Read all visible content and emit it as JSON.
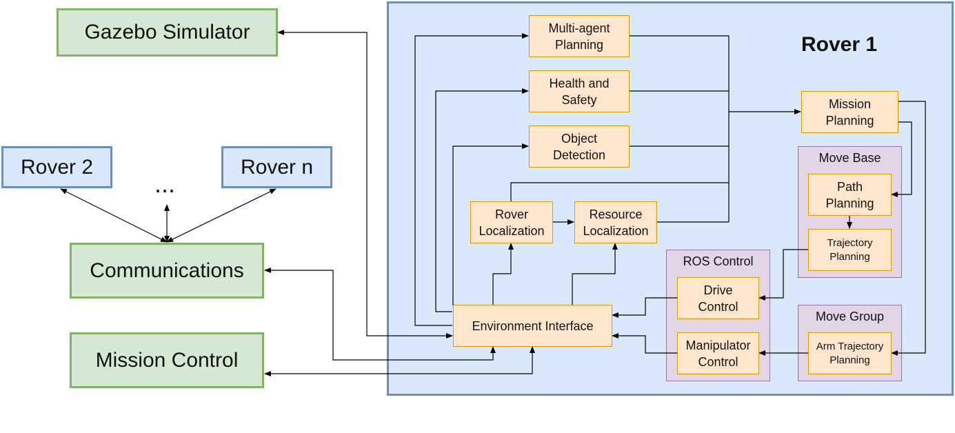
{
  "external": {
    "gazebo": "Gazebo Simulator",
    "rover2": "Rover 2",
    "rover_n": "Rover n",
    "ellipsis": "...",
    "communications": "Communications",
    "mission_control": "Mission Control"
  },
  "rover": {
    "title": "Rover 1",
    "multi_agent_planning": "Multi-agent\nPlanning",
    "health_and_safety": "Health and\nSafety",
    "object_detection": "Object\nDetection",
    "mission_planning": "Mission\nPlanning",
    "rover_localization": "Rover\nLocalization",
    "resource_localization": "Resource\nLocalization",
    "environment_interface": "Environment Interface",
    "move_base": {
      "title": "Move Base",
      "path_planning": "Path\nPlanning",
      "trajectory_planning": "Trajectory\nPlanning"
    },
    "ros_control": {
      "title": "ROS Control",
      "drive_control": "Drive\nControl",
      "manipulator_control": "Manipulator\nControl"
    },
    "move_group": {
      "title": "Move Group",
      "arm_trajectory_planning": "Arm Trajectory\nPlanning"
    }
  },
  "colors": {
    "green_fill": "#d5e8d4",
    "green_stroke": "#82b366",
    "blue_fill": "#dae8fc",
    "blue_stroke": "#6c8ebf",
    "orange_fill": "#ffe6cc",
    "orange_stroke": "#d79b00",
    "purple_fill": "#e1d5e7",
    "purple_stroke": "#9673a6"
  }
}
